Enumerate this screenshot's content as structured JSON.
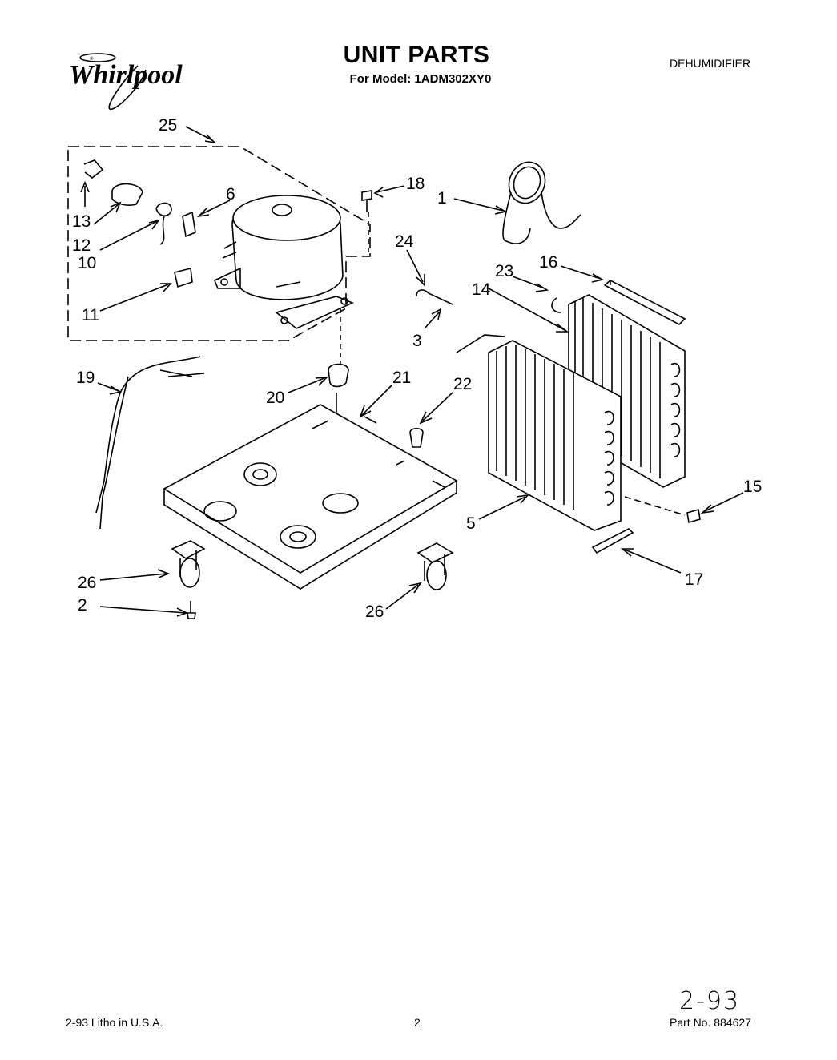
{
  "header": {
    "brand": "Whirlpool",
    "title": "UNIT PARTS",
    "model_line": "For Model: 1ADM302XY0",
    "category": "DEHUMIDIFIER"
  },
  "callouts": [
    {
      "id": "c25",
      "label": "25"
    },
    {
      "id": "c18",
      "label": "18"
    },
    {
      "id": "c6",
      "label": "6"
    },
    {
      "id": "c1",
      "label": "1"
    },
    {
      "id": "c13",
      "label": "13"
    },
    {
      "id": "c12",
      "label": "12"
    },
    {
      "id": "c10",
      "label": "10"
    },
    {
      "id": "c24",
      "label": "24"
    },
    {
      "id": "c23",
      "label": "23"
    },
    {
      "id": "c16",
      "label": "16"
    },
    {
      "id": "c14",
      "label": "14"
    },
    {
      "id": "c11",
      "label": "11"
    },
    {
      "id": "c3",
      "label": "3"
    },
    {
      "id": "c19",
      "label": "19"
    },
    {
      "id": "c21",
      "label": "21"
    },
    {
      "id": "c22",
      "label": "22"
    },
    {
      "id": "c20",
      "label": "20"
    },
    {
      "id": "c15",
      "label": "15"
    },
    {
      "id": "c5",
      "label": "5"
    },
    {
      "id": "c17",
      "label": "17"
    },
    {
      "id": "c26a",
      "label": "26"
    },
    {
      "id": "c2",
      "label": "2"
    },
    {
      "id": "c26b",
      "label": "26"
    }
  ],
  "footer": {
    "litho": "2-93 Litho in U.S.A.",
    "page": "2",
    "part_no": "Part No. 884627",
    "handwritten": "2-93"
  }
}
